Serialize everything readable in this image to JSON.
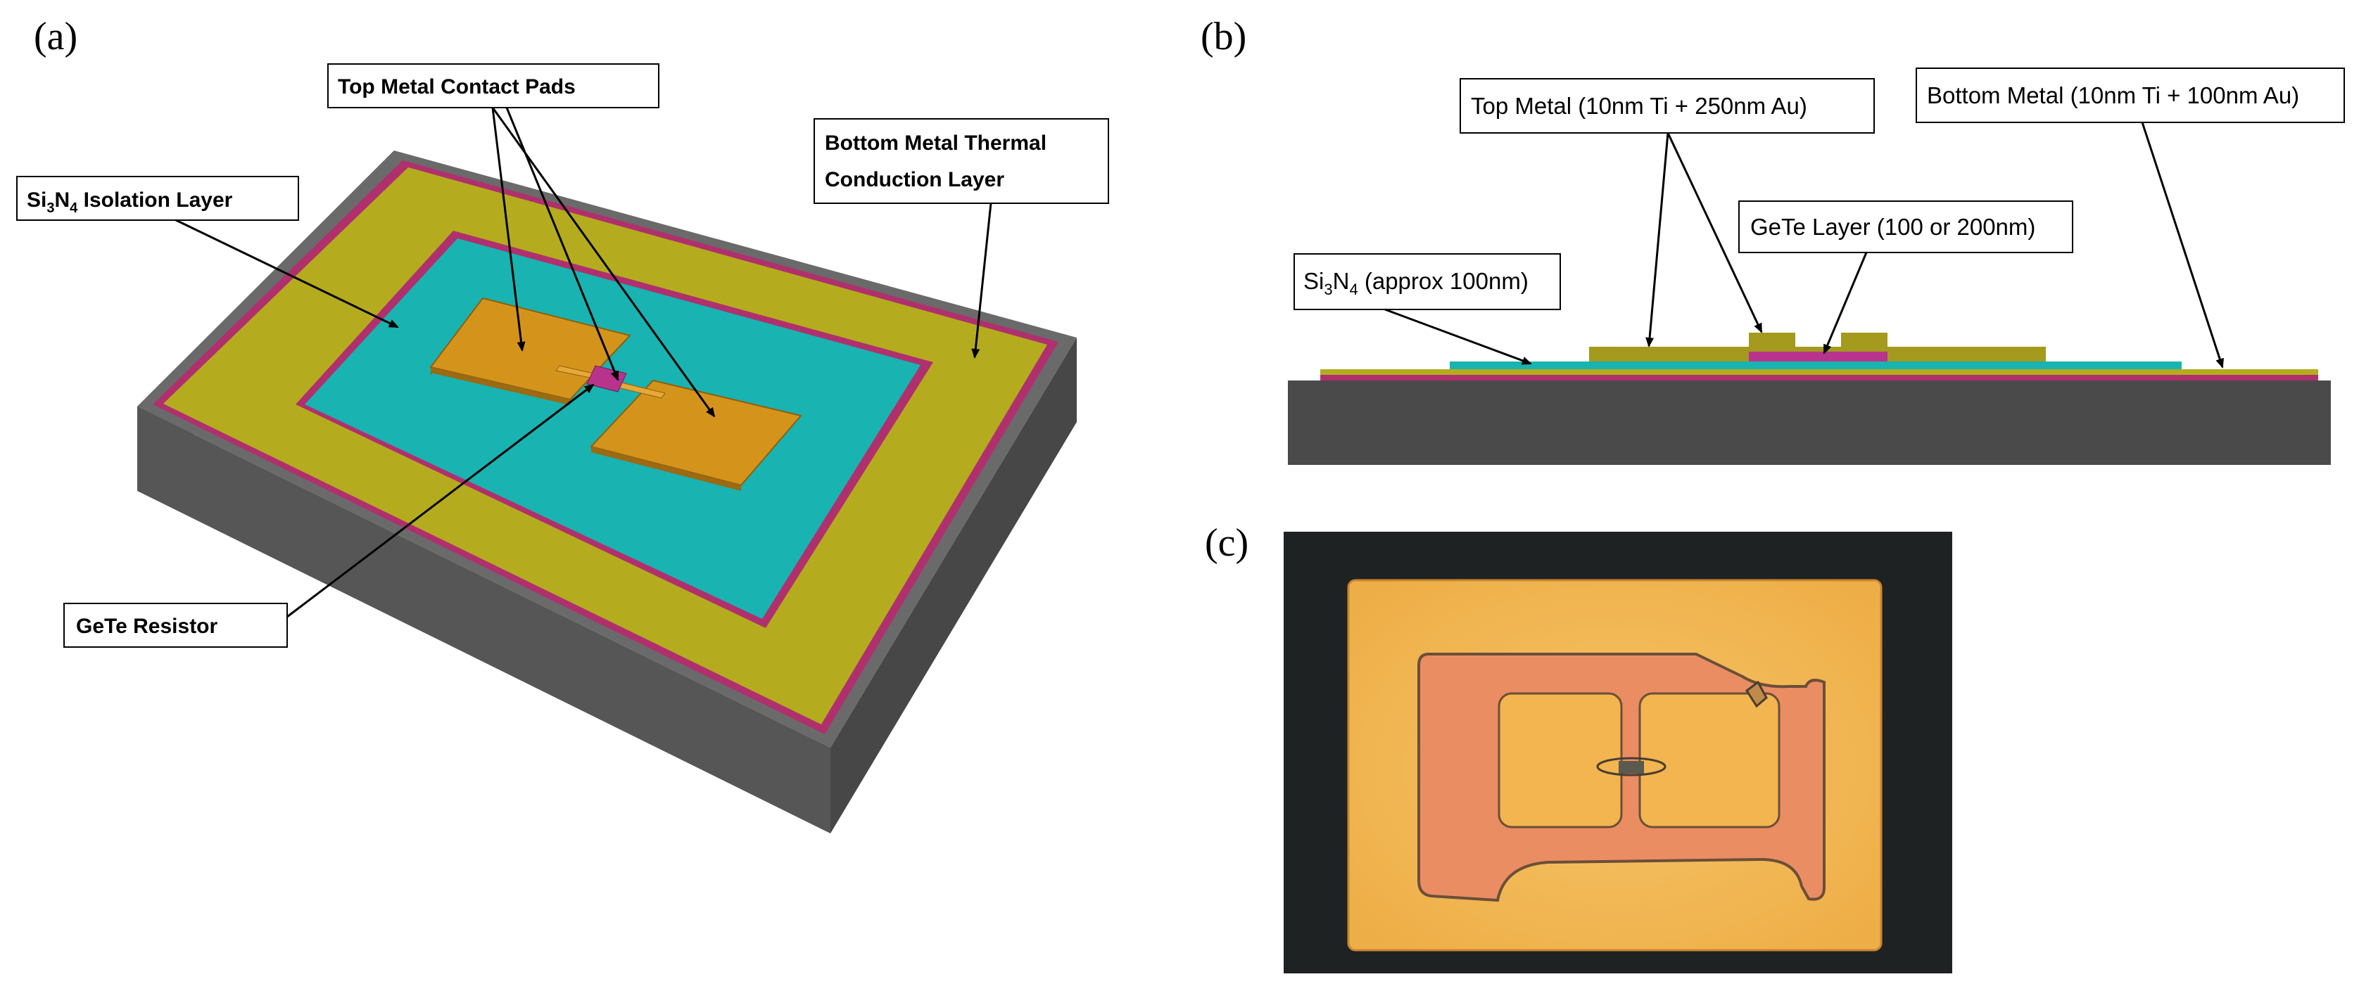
{
  "panels": {
    "a": {
      "label": "(a)",
      "callouts": {
        "top_metal_pads": "Top Metal Contact Pads",
        "si3n4_isolation": {
          "pre": "Si",
          "sub1": "3",
          "mid": "N",
          "sub2": "4",
          "post": " Isolation Layer"
        },
        "bottom_metal": {
          "line1": "Bottom Metal Thermal",
          "line2": "Conduction Layer"
        },
        "gete_resistor": "GeTe Resistor"
      }
    },
    "b": {
      "label": "(b)",
      "callouts": {
        "top_metal": "Top Metal (10nm Ti + 250nm Au)",
        "bottom_metal": "Bottom Metal (10nm Ti + 100nm Au)",
        "gete_layer": "GeTe Layer (100 or 200nm)",
        "si3n4": {
          "pre": "Si",
          "sub1": "3",
          "mid": "N",
          "sub2": "4",
          "post": " (approx 100nm)"
        }
      }
    },
    "c": {
      "label": "(c)"
    }
  },
  "colors": {
    "substrate_top": "#707070",
    "substrate_left": "#5a5a5a",
    "substrate_front": "#4a4a4a",
    "bottom_metal": "#b4ac1e",
    "si3n4": "#19b3b1",
    "magenta": "#b0306e",
    "pad": "#d4941c",
    "pad_edge": "#8e600d",
    "gete": "#b8338c",
    "photo_bg": "#1f2223",
    "photo_gold": "#f2b54f",
    "photo_orange": "#e98c63"
  }
}
